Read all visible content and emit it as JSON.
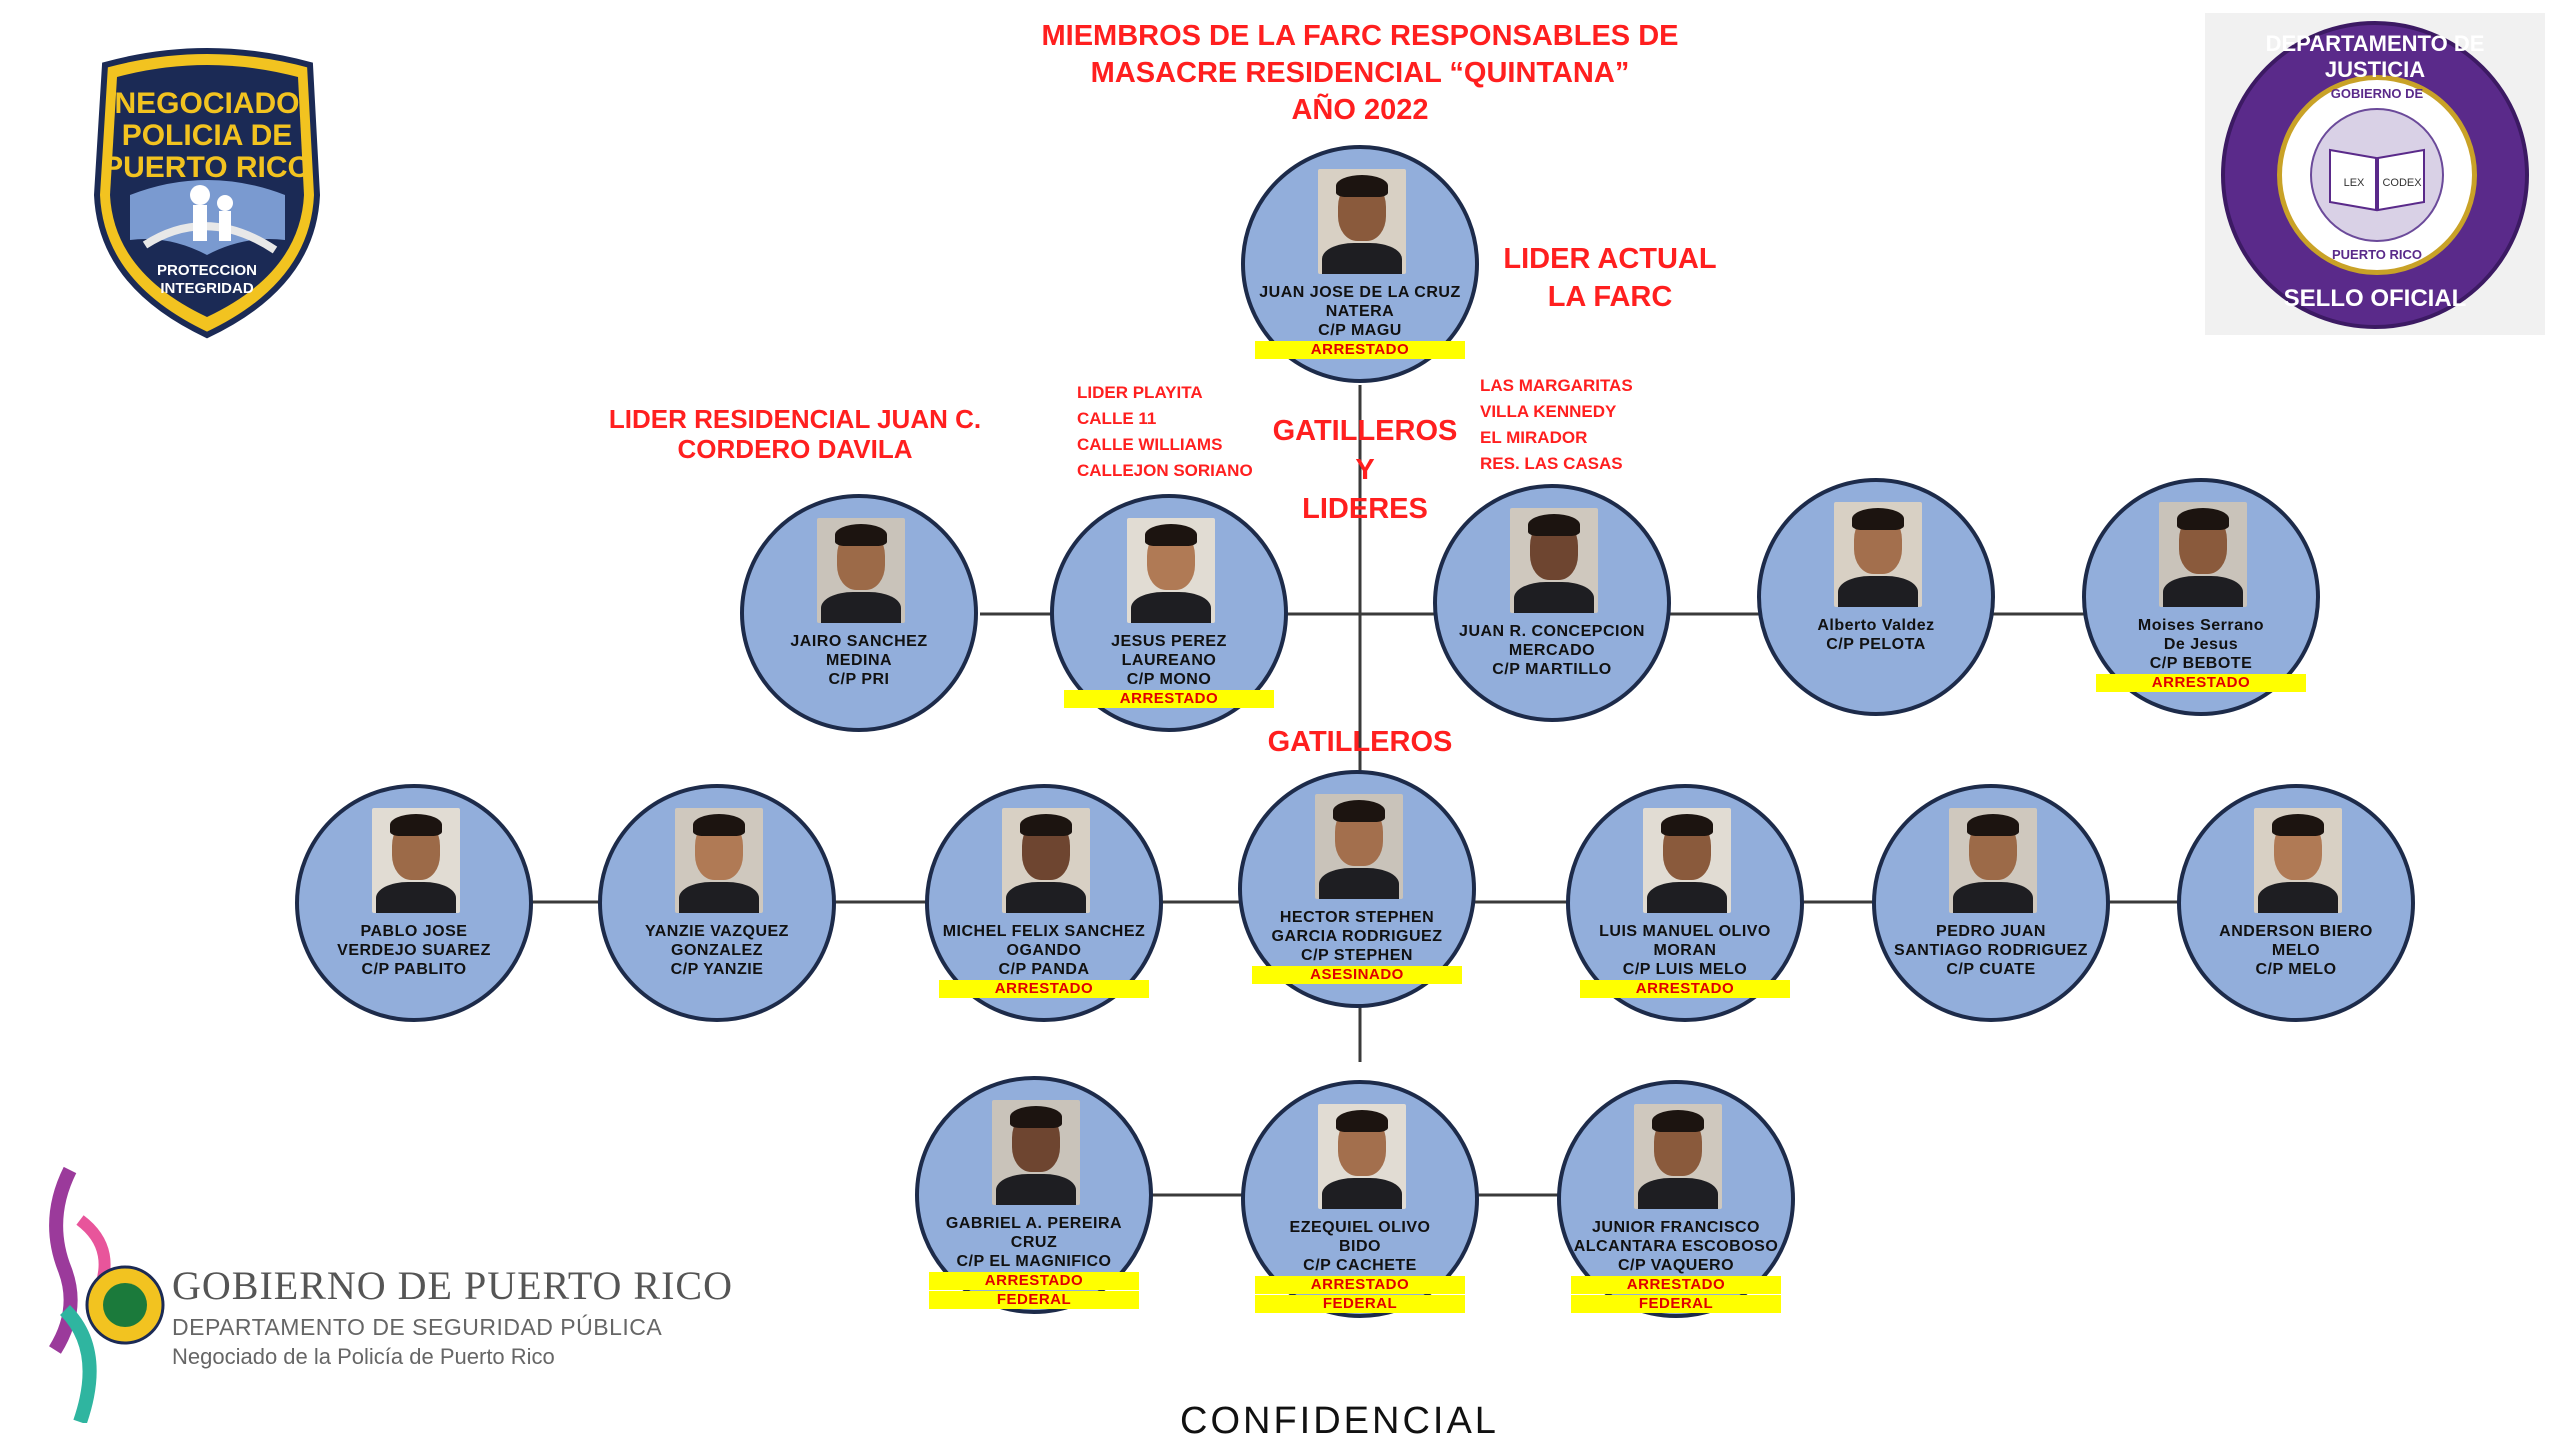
{
  "title": {
    "line1": "MIEMBROS DE LA FARC RESPONSABLES DE",
    "line2": "MASACRE  RESIDENCIAL “QUINTANA”",
    "line3": "AÑO 2022"
  },
  "notes": {
    "leader_line1": "LIDER ACTUAL",
    "leader_line2": "LA FARC",
    "gatilleros_lideres_1": "GATILLEROS",
    "gatilleros_lideres_2": "Y",
    "gatilleros_lideres_3": "LIDERES",
    "gatilleros": "GATILLEROS",
    "residencial_1": "LIDER RESIDENCIAL JUAN C.",
    "residencial_2": "CORDERO DAVILA",
    "playita": [
      "LIDER PLAYITA",
      "CALLE 11",
      "CALLE WILLIAMS",
      "CALLEJON SORIANO"
    ],
    "margaritas": [
      "LAS MARGARITAS",
      "VILLA KENNEDY",
      "EL MIRADOR",
      "RES. LAS CASAS"
    ]
  },
  "people": {
    "magu": {
      "lines": [
        "JUAN JOSE DE LA CRUZ",
        "NATERA",
        "C/P MAGU"
      ],
      "badge": [
        "ARRESTADO"
      ]
    },
    "pri": {
      "lines": [
        "JAIRO SANCHEZ",
        "MEDINA",
        "C/P PRI"
      ],
      "badge": []
    },
    "mono": {
      "lines": [
        "JESUS PEREZ",
        "LAUREANO",
        "C/P MONO"
      ],
      "badge": [
        "ARRESTADO"
      ]
    },
    "martillo": {
      "lines": [
        "JUAN R. CONCEPCION",
        "MERCADO",
        "C/P MARTILLO"
      ],
      "badge": []
    },
    "pelota": {
      "lines": [
        "Alberto Valdez",
        "C/P PELOTA"
      ],
      "badge": []
    },
    "bebote": {
      "lines": [
        "Moises Serrano",
        "De Jesus",
        "C/P BEBOTE"
      ],
      "badge": [
        "ARRESTADO"
      ]
    },
    "pablito": {
      "lines": [
        "PABLO JOSE",
        "VERDEJO SUAREZ",
        "C/P PABLITO"
      ],
      "badge": []
    },
    "yanzie": {
      "lines": [
        "YANZIE VAZQUEZ",
        "GONZALEZ",
        "C/P YANZIE"
      ],
      "badge": []
    },
    "panda": {
      "lines": [
        "MICHEL FELIX SANCHEZ",
        "OGANDO",
        "C/P PANDA"
      ],
      "badge": [
        "ARRESTADO"
      ]
    },
    "stephen": {
      "lines": [
        "HECTOR STEPHEN",
        "GARCIA RODRIGUEZ",
        "C/P STEPHEN"
      ],
      "badge": [
        "ASESINADO"
      ]
    },
    "luismelo": {
      "lines": [
        "LUIS MANUEL OLIVO",
        "MORAN",
        "C/P LUIS MELO"
      ],
      "badge": [
        "ARRESTADO"
      ]
    },
    "cuate": {
      "lines": [
        "PEDRO JUAN",
        "SANTIAGO RODRIGUEZ",
        "C/P CUATE"
      ],
      "badge": []
    },
    "melo": {
      "lines": [
        "ANDERSON BIERO",
        "MELO",
        "C/P MELO"
      ],
      "badge": []
    },
    "magnifico": {
      "lines": [
        "GABRIEL A. PEREIRA",
        "CRUZ",
        "C/P EL MAGNIFICO"
      ],
      "badge": [
        "ARRESTADO",
        "FEDERAL"
      ]
    },
    "cachete": {
      "lines": [
        "EZEQUIEL OLIVO",
        "BIDO",
        "C/P CACHETE"
      ],
      "badge": [
        "ARRESTADO",
        "FEDERAL"
      ]
    },
    "vaquero": {
      "lines": [
        "JUNIOR FRANCISCO",
        "ALCANTARA ESCOBOSO",
        "C/P VAQUERO"
      ],
      "badge": [
        "ARRESTADO",
        "FEDERAL"
      ]
    }
  },
  "logos": {
    "police": [
      "NEGOCIADO",
      "POLICIA DE",
      "PUERTO RICO",
      "PROTECCION",
      "INTEGRIDAD"
    ],
    "doj": [
      "DEPARTAMENTO DE JUSTICIA",
      "GOBIERNO DE",
      "PUERTO RICO",
      "SELLO OFICIAL",
      "LEX",
      "CODEX"
    ]
  },
  "footer": {
    "gov_name": "GOBIERNO DE PUERTO RICO",
    "gov_dept": "DEPARTAMENTO DE SEGURIDAD PÚBLICA",
    "gov_neg": "Negociado de la Policía de Puerto Rico",
    "confidencial": "CONFIDENCIAL"
  },
  "colors": {
    "node_fill": "#92aedb",
    "node_border": "#1d2b4a",
    "accent_red": "#ff1f1f",
    "badge_yellow": "#ffff00"
  }
}
